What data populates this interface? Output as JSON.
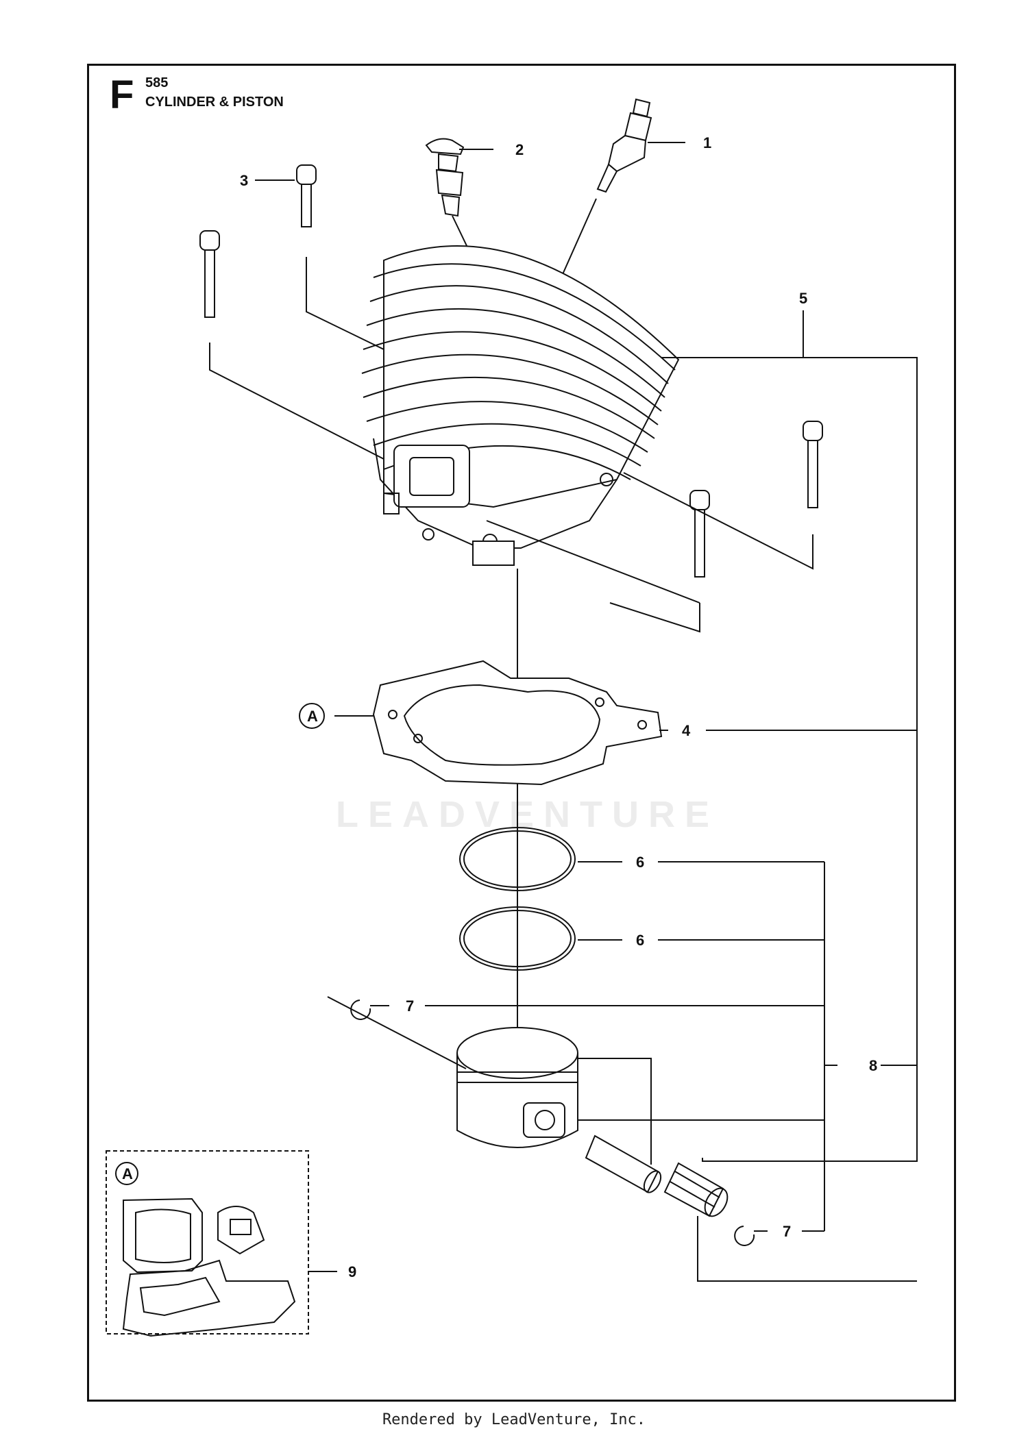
{
  "header": {
    "section_letter": "F",
    "model_number": "585",
    "title": "CYLINDER & PISTON"
  },
  "callouts": {
    "c1": "1",
    "c2": "2",
    "c3": "3",
    "c4": "4",
    "c5": "5",
    "c6a": "6",
    "c6b": "6",
    "c7a": "7",
    "c7b": "7",
    "c8": "8",
    "c9": "9",
    "ref_a_main": "A",
    "ref_a_kit": "A"
  },
  "watermark": "LEADVENTURE",
  "footer": "Rendered by LeadVenture, Inc.",
  "colors": {
    "line": "#111111",
    "watermark": "#ececec"
  }
}
